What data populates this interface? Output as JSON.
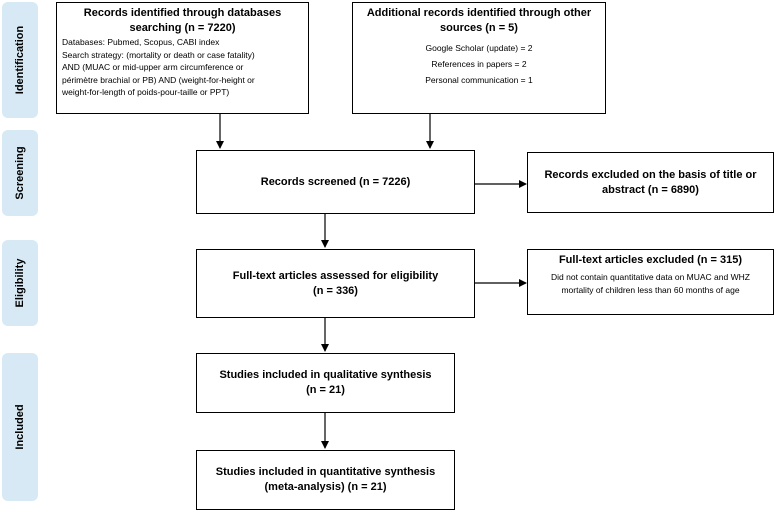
{
  "phases": {
    "identification": "Identification",
    "screening": "Screening",
    "eligibility": "Eligibility",
    "included": "Included"
  },
  "db_records": {
    "title_line1": "Records identified through databases",
    "title_line2": "searching (n = 7220)",
    "databases": "Databases:  Pubmed, Scopus, CABI index",
    "strategy_line1": "Search strategy: (mortality or death or case fatality)",
    "strategy_line2": "AND (MUAC or mid-upper arm circumference or",
    "strategy_line3": "périmètre brachial or PB) AND (weight-for-height or",
    "strategy_line4": "weight-for-length of poids-pour-taille or PPT)"
  },
  "other_records": {
    "title_line1": "Additional records identified through other",
    "title_line2": "sources (n = 5)",
    "google_scholar": "Google Scholar (update)  = 2",
    "references": "References in papers  = 2",
    "personal": "Personal communication  = 1"
  },
  "screened": {
    "label": "Records screened (n = 7226)"
  },
  "excluded_title": {
    "line1": "Records excluded on the basis of title or",
    "line2": "abstract (n = 6890)"
  },
  "fulltext": {
    "line1": "Full-text articles assessed for eligibility",
    "line2": "(n = 336)"
  },
  "fulltext_excluded": {
    "title": "Full-text articles excluded (n = 315)",
    "line1": "Did not contain quantitative data on MUAC and WHZ",
    "line2": "mortality of children less than 60 months of age"
  },
  "qualitative": {
    "line1": "Studies included in qualitative synthesis",
    "line2": "(n = 21)"
  },
  "quantitative": {
    "line1": "Studies included in quantitative synthesis",
    "line2": "(meta-analysis) (n = 21)"
  }
}
